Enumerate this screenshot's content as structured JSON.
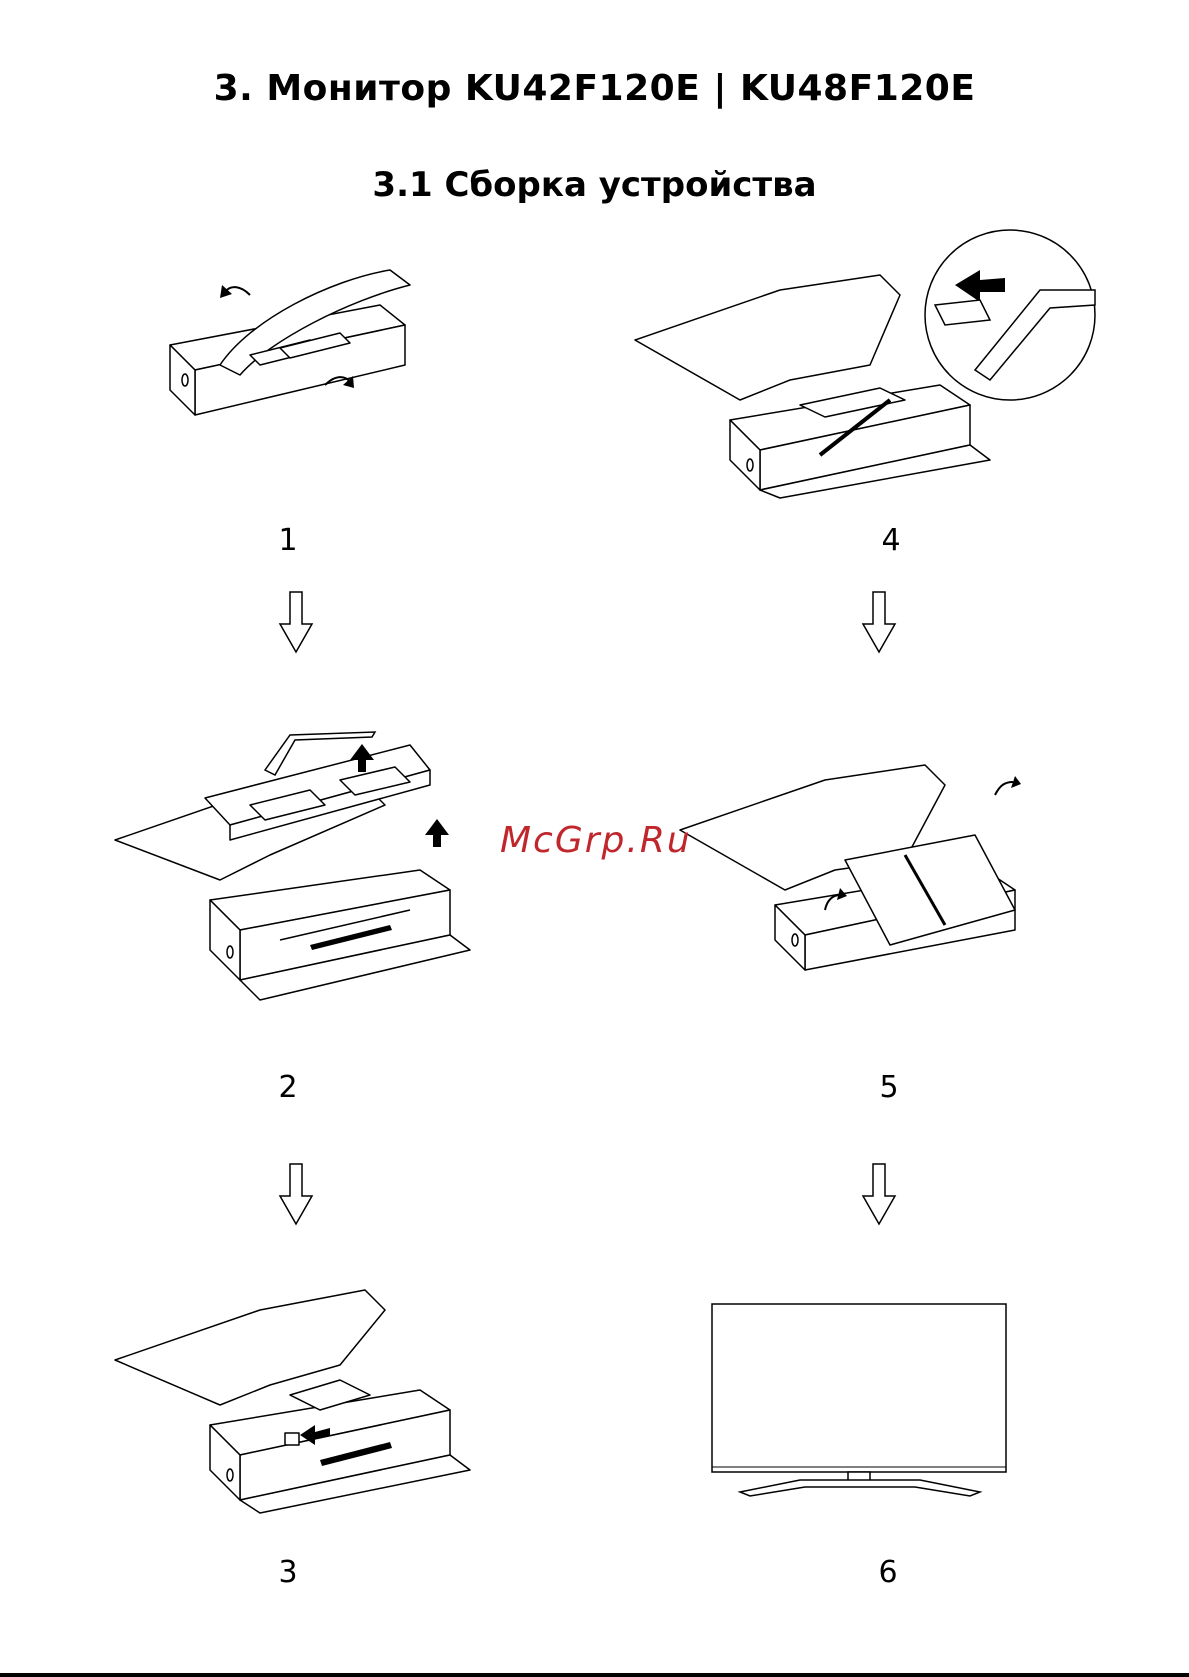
{
  "header": {
    "chapter_title": "3. Монитор KU42F120E | KU48F120E",
    "section_title": "3.1 Сборка устройства"
  },
  "steps": [
    {
      "number": "1"
    },
    {
      "number": "2"
    },
    {
      "number": "3"
    },
    {
      "number": "4"
    },
    {
      "number": "5"
    },
    {
      "number": "6"
    }
  ],
  "watermark": "McGrp.Ru"
}
